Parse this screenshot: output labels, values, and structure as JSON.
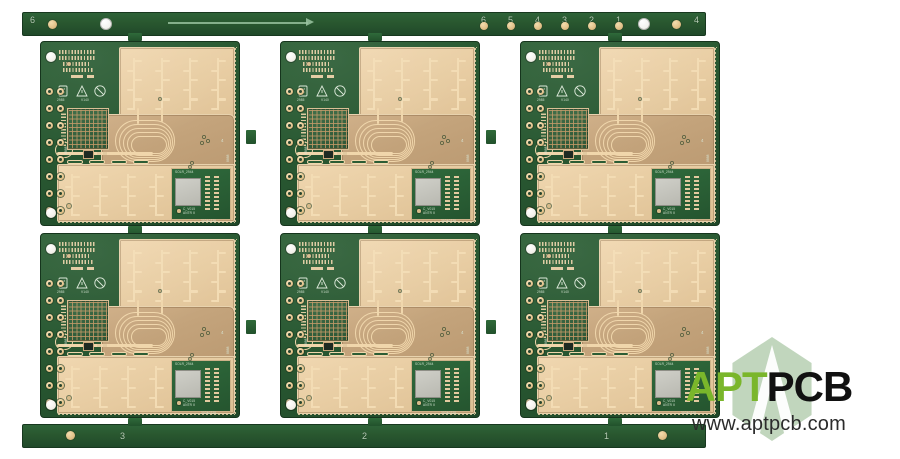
{
  "scene": {
    "subject": "pcb-panel-photo",
    "background_color": "#ffffff"
  },
  "panel": {
    "solder_mask_color": "#2a5a33",
    "copper_color": "#c4a47c",
    "pad_color": "#e6c892",
    "silkscreen_color": "#d9e7d6",
    "top_rail": {
      "numbers": [
        "6",
        "6",
        "5",
        "4",
        "3",
        "2",
        "1",
        "4"
      ],
      "direction_arrow": "arrow-right-icon"
    },
    "bottom_rail": {
      "numbers": [
        "3",
        "2",
        "1"
      ]
    },
    "boards_across": 3,
    "boards_down": 2,
    "board_count": 6
  },
  "board": {
    "silkscreen": {
      "module_ref": "SOLR_2944",
      "part_ref": "C_V015",
      "antenna_ref": "ANTR II",
      "date_code": "20240720",
      "corner_code": "4",
      "edge_code": "8888",
      "top_block": "2985",
      "top_block_2": "V140"
    },
    "symbols": [
      {
        "name": "moisture-sensitive-icon",
        "glyph": "moisture"
      },
      {
        "name": "esd-warning-icon",
        "glyph": "triangle"
      },
      {
        "name": "no-wash-icon",
        "glyph": "circle-slash"
      }
    ],
    "features": {
      "bga_label": "bga-footprint",
      "connector_label": "through-hole-connector",
      "antenna_label": "patch-antenna-array"
    }
  },
  "watermark": {
    "brand_prefix": "APT",
    "brand_suffix": "PCB",
    "url": "www.aptpcb.com",
    "prefix_color": "#7ab62b",
    "suffix_color": "#111111",
    "hex_color": "#a9c6a4"
  }
}
